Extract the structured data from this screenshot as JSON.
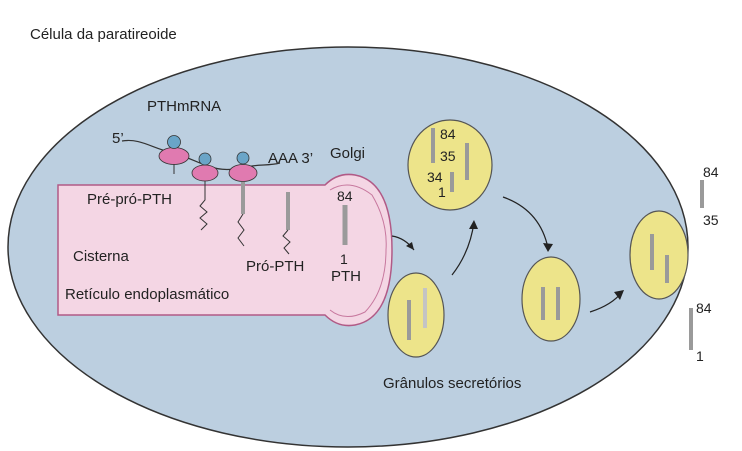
{
  "title": "Célula da paratireoide",
  "labels": {
    "mrna": "PTHmRNA",
    "five_prime": "5’",
    "poly_a": "AAA 3’",
    "golgi": "Golgi",
    "pre_pro_pth": "Pré-pró-PTH",
    "cisterna": "Cisterna",
    "pro_pth": "Pró-PTH",
    "er": "Retículo endoplasmático",
    "granules": "Grânulos secretórios",
    "pth_top": "84",
    "pth_bottom": "1",
    "pth": "PTH"
  },
  "granule_top": {
    "a": "84",
    "b": "35",
    "c": "34",
    "d": "1"
  },
  "outside": {
    "frag_top": "84",
    "frag_bottom": "35",
    "full_top": "84",
    "full_bottom": "1"
  },
  "colors": {
    "cell_fill": "#bccfe0",
    "er_fill": "#f4d6e4",
    "granule_fill": "#ede48a",
    "ribosome_pink": "#e07ab0",
    "ribosome_blue": "#6aa5c8",
    "peptide_gray": "#9a9a9a"
  }
}
